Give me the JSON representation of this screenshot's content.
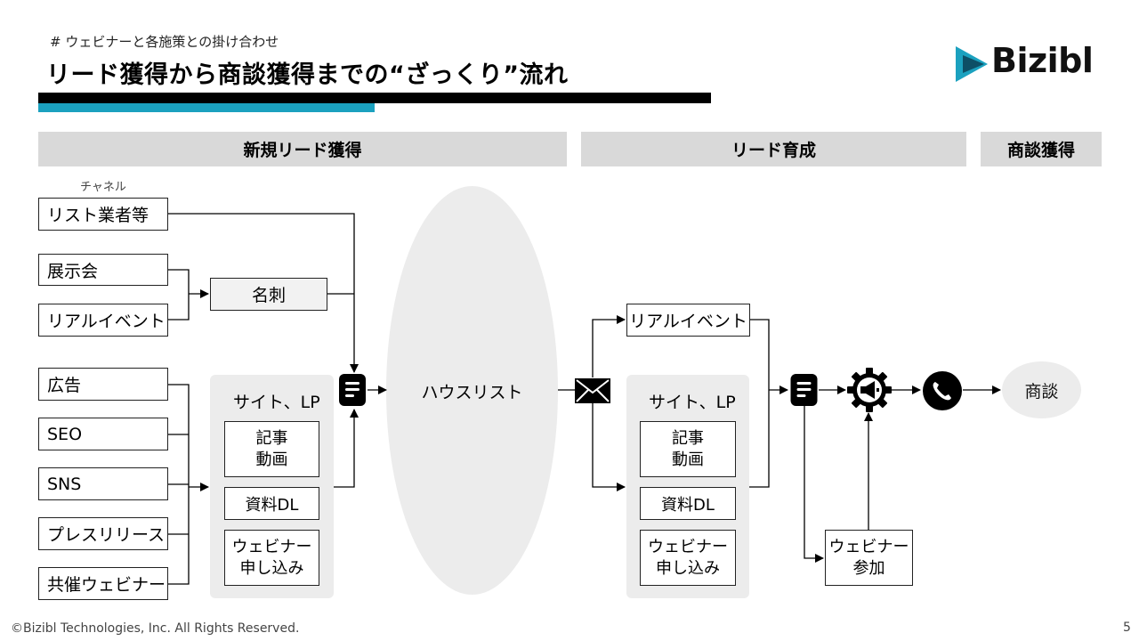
{
  "header": {
    "subtitle": "# ウェビナーと各施策との掛け合わせ",
    "title": "リード獲得から商談獲得までの“ざっくり”流れ",
    "logo_text": "Bizibl"
  },
  "phases": {
    "new_leads": "新規リード獲得",
    "nurturing": "リード育成",
    "deal": "商談獲得"
  },
  "channels_label": "チャネル",
  "channels": {
    "list_vendor": "リスト業者等",
    "exhibition": "展示会",
    "real_event": "リアルイベント",
    "ad": "広告",
    "seo": "SEO",
    "sns": "SNS",
    "press": "プレスリリース",
    "co_webinar": "共催ウェビナー"
  },
  "business_card": "名刺",
  "site_panel_left": {
    "title": "サイト、LP",
    "article_line1": "記事",
    "article_line2": "動画",
    "download": "資料DL",
    "webinar_line1": "ウェビナー",
    "webinar_line2": "申し込み"
  },
  "house_list": "ハウスリスト",
  "nurture": {
    "real_event": "リアルイベント",
    "site_title": "サイト、LP",
    "article_line1": "記事",
    "article_line2": "動画",
    "download": "資料DL",
    "webinar_line1": "ウェビナー",
    "webinar_line2": "申し込み",
    "webinar_attend_line1": "ウェビナー",
    "webinar_attend_line2": "参加"
  },
  "deal_label": "商談",
  "icons": [
    "bizibl-logo-icon",
    "form-icon",
    "mail-icon",
    "megaphone-gear-icon",
    "phone-icon"
  ],
  "colors": {
    "accent": "#1ba1bf",
    "panel": "#ececec",
    "phase_bg": "#d9d9d9"
  },
  "footer": {
    "copyright": "©Bizibl Technologies, Inc. All Rights Reserved.",
    "page": "5"
  }
}
